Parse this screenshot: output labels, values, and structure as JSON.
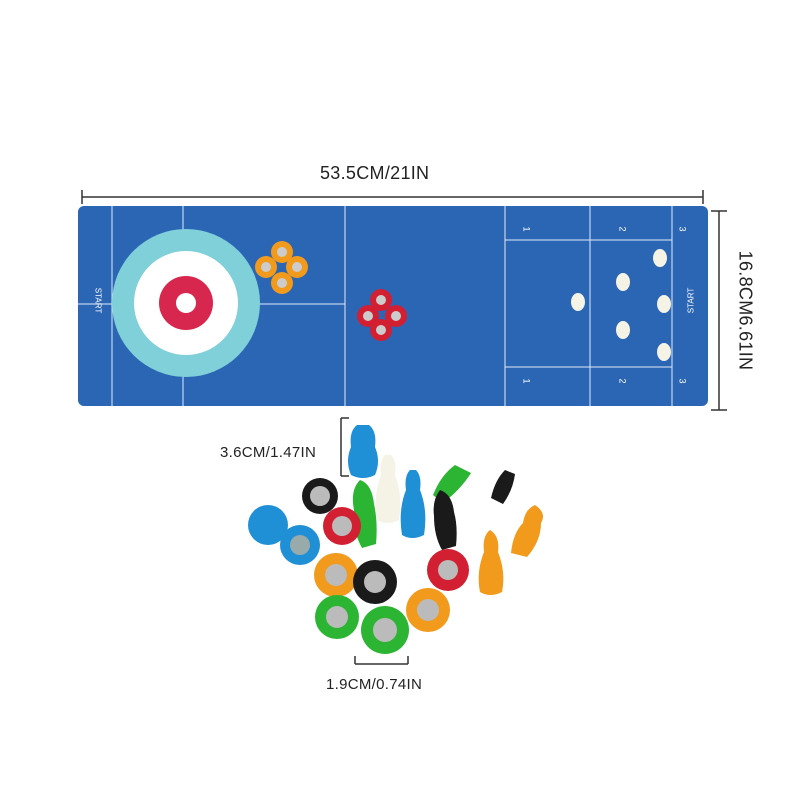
{
  "dimensions": {
    "length": "53.5CM/21IN",
    "width": "16.8CM6.61IN",
    "pin_height": "3.6CM/1.47IN",
    "puck_diameter": "1.9CM/0.74IN"
  },
  "mat": {
    "start_label_left": "START",
    "start_label_right": "START",
    "lane_numbers_top": [
      "1",
      "2",
      "3"
    ],
    "lane_numbers_bottom": [
      "1",
      "2",
      "3"
    ]
  },
  "colors": {
    "mat_blue": "#2b66b5",
    "target_outer": "#7fd0d8",
    "target_middle": "#ffffff",
    "target_inner": "#d8274f",
    "puck_orange": "#f19a1c",
    "puck_red": "#d21f32",
    "puck_green": "#2bb533",
    "puck_blue": "#1f8fd6",
    "puck_black": "#1a1a1a",
    "pin_white": "#f5f2e6"
  }
}
